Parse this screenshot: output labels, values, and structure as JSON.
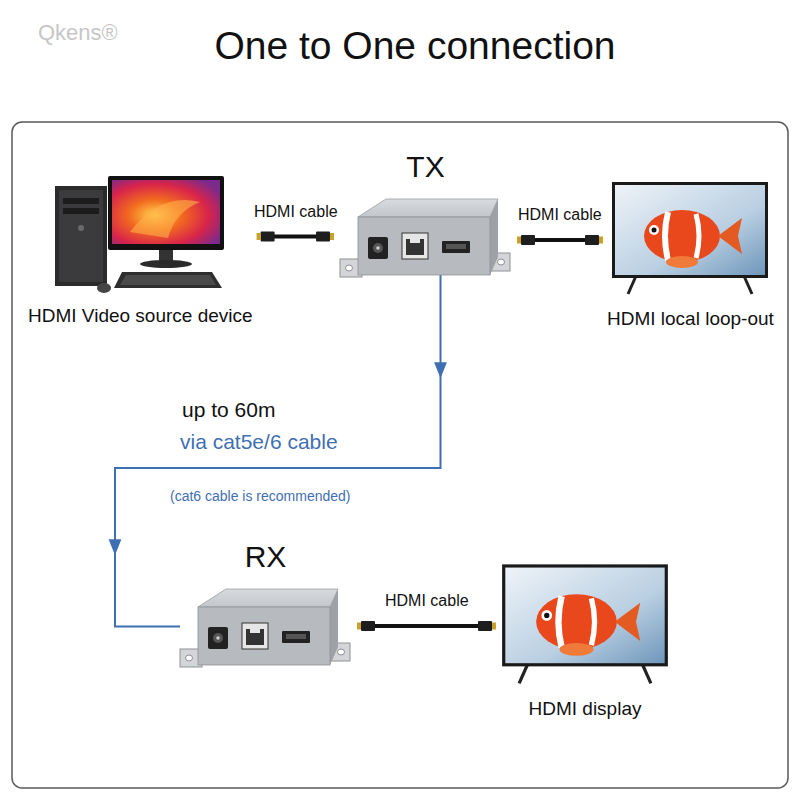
{
  "diagram": {
    "title": "One to One connection",
    "nodes": [
      {
        "text": [
          "HDMI Video source device"
        ]
      },
      {
        "text": [
          "TX"
        ]
      },
      {
        "text": [
          "HDMI local loop-out"
        ]
      },
      {
        "text": [
          "RX"
        ]
      },
      {
        "text": [
          "HDMI display"
        ]
      }
    ],
    "edges": [
      {
        "from": 0,
        "to": 1,
        "label": "HDMI cable",
        "arrow": "none"
      },
      {
        "from": 1,
        "to": 2,
        "label": "HDMI cable",
        "arrow": "none"
      },
      {
        "from": 1,
        "to": 3,
        "arrow": "to"
      },
      {
        "from": 3,
        "to": 4,
        "label": "HDMI cable",
        "arrow": "none"
      }
    ],
    "labels": [
      "Qkens®",
      "up to 60m",
      "via cat5e/6 cable",
      "(cat6 cable is recommended)"
    ]
  }
}
